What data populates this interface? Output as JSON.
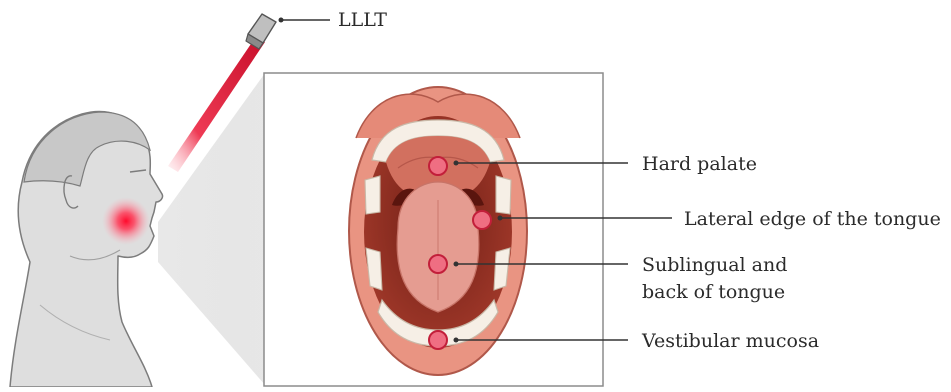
{
  "labels": {
    "device": "LLLT",
    "hard_palate": "Hard palate",
    "lateral_edge": "Lateral edge of the tongue",
    "sublingual_line1": "Sublingual and",
    "sublingual_line2": "back of tongue",
    "vestibular": "Vestibular mucosa"
  },
  "colors": {
    "laser_beam": "#e8203a",
    "target_marker": "#ef6e82",
    "marker_ring": "#c21f3a",
    "lip": "#e88f7e",
    "throat": "#8c2d1f",
    "tongue": "#e39c92",
    "teeth": "#f6efe6",
    "skin": "#dedede",
    "leader_line": "#333333"
  }
}
